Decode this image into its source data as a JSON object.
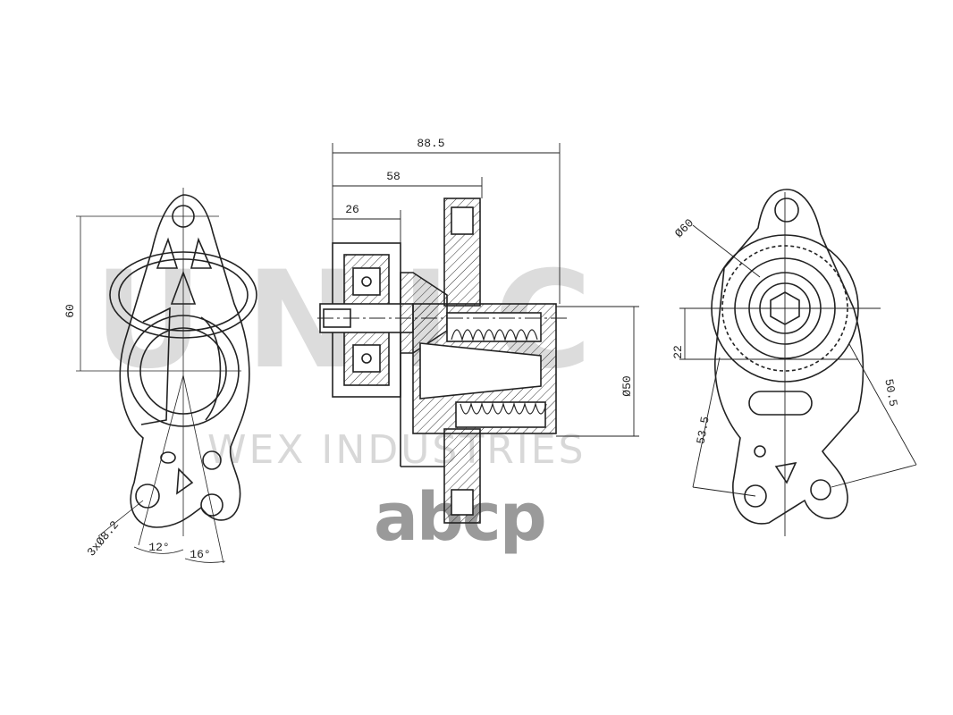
{
  "watermark": {
    "brand": "UNIC",
    "tagline": "WEX INDUSTRIES",
    "logo": "abcp"
  },
  "dimensions": {
    "overall_length": "88.5",
    "mid_length": "58",
    "pulley_width": "26",
    "left_height": "60",
    "bolt_holes": "3xØ8.2",
    "angle_a": "12°",
    "angle_b": "16°",
    "bore_dia": "Ø50",
    "pulley_dia": "Ø60",
    "offset": "22",
    "dist_a": "53.5",
    "dist_b": "50.5"
  }
}
